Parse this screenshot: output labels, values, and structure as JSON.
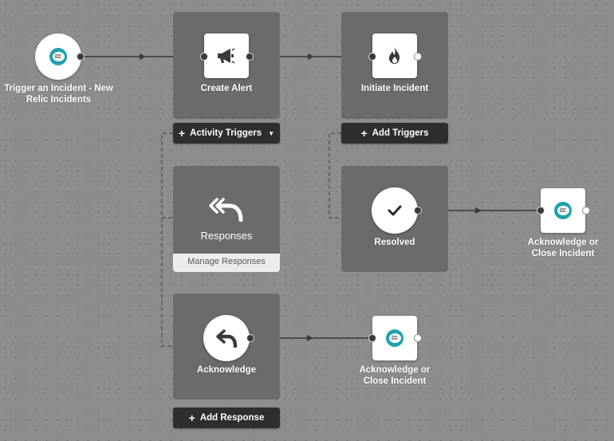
{
  "canvas": {
    "background": "#8d8d8d"
  },
  "nodes": {
    "trigger": {
      "label": "Trigger an Incident - New Relic Incidents",
      "logo_text": "New Relic",
      "icon": "new-relic-logo"
    },
    "create_alert": {
      "label": "Create Alert",
      "icon": "megaphone-icon"
    },
    "initiate_incident": {
      "label": "Initiate Incident",
      "icon": "fire-icon"
    },
    "resolved": {
      "label": "Resolved",
      "icon": "checkmark-icon"
    },
    "ack_close_top": {
      "label": "Acknowledge or Close Incident",
      "logo_text": "New Relic",
      "icon": "new-relic-logo"
    },
    "acknowledge": {
      "label": "Acknowledge",
      "icon": "reply-arrow-icon"
    },
    "ack_close_bottom": {
      "label": "Acknowledge or Close Incident",
      "logo_text": "New Relic",
      "icon": "new-relic-logo"
    }
  },
  "responses": {
    "title": "Responses",
    "manage_label": "Manage Responses",
    "icon": "reply-all-icon"
  },
  "buttons": {
    "activity_triggers": "Activity Triggers",
    "add_triggers": "Add Triggers",
    "add_response": "Add Response"
  },
  "colors": {
    "panel": "#6b6b6b",
    "dark_button": "#2e2e2e",
    "connector": "#3a3a3a",
    "new_relic_teal": "#1fa1ad"
  }
}
